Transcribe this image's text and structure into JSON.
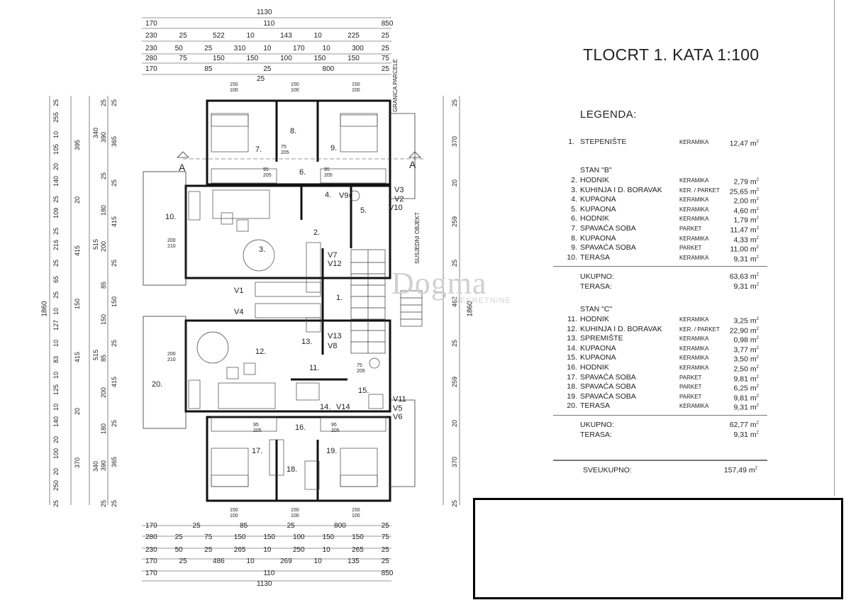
{
  "title": "TLOCRT 1. KATA 1:100",
  "legend_header": "LEGENDA:",
  "watermark": "Dogma",
  "watermark_sub": "NEKRETNINE",
  "stair_row": {
    "num": "1.",
    "name": "STEPENIŠTE",
    "mat": "KERAMIKA",
    "area": "12,47 m"
  },
  "stan_b": {
    "label": "STAN \"B\"",
    "rows": [
      {
        "num": "2.",
        "name": "HODNIK",
        "mat": "KERAMIKA",
        "area": "2,79 m"
      },
      {
        "num": "3.",
        "name": "KUHINJA I D. BORAVAK",
        "mat": "KER. / PARKET",
        "area": "25,65 m"
      },
      {
        "num": "4.",
        "name": "KUPAONA",
        "mat": "KERAMIKA",
        "area": "2,00 m"
      },
      {
        "num": "5.",
        "name": "KUPAONA",
        "mat": "KERAMIKA",
        "area": "4,60 m"
      },
      {
        "num": "6.",
        "name": "HODNIK",
        "mat": "KERAMIKA",
        "area": "1,79 m"
      },
      {
        "num": "7.",
        "name": "SPAVAĆA SOBA",
        "mat": "PARKET",
        "area": "11,47 m"
      },
      {
        "num": "8.",
        "name": "KUPAONA",
        "mat": "KERAMIKA",
        "area": "4,33 m"
      },
      {
        "num": "9.",
        "name": "SPAVAĆA SOBA",
        "mat": "PARKET",
        "area": "11,00 m"
      },
      {
        "num": "10.",
        "name": "TERASA",
        "mat": "KERAMIKA",
        "area": "9,31 m"
      }
    ],
    "ukupno_label": "UKUPNO:",
    "ukupno": "63,63 m",
    "terasa_label": "TERASA:",
    "terasa": "9,31 m"
  },
  "stan_c": {
    "label": "STAN \"C\"",
    "rows": [
      {
        "num": "11.",
        "name": "HODNIK",
        "mat": "KERAMIKA",
        "area": "3,25 m"
      },
      {
        "num": "12.",
        "name": "KUHINJA I D. BORAVAK",
        "mat": "KER. / PARKET",
        "area": "22,90 m"
      },
      {
        "num": "13.",
        "name": "SPREMIŠTE",
        "mat": "KERAMIKA",
        "area": "0,98 m"
      },
      {
        "num": "14.",
        "name": "KUPAONA",
        "mat": "KERAMIKA",
        "area": "3,77 m"
      },
      {
        "num": "15.",
        "name": "KUPAONA",
        "mat": "KERAMIKA",
        "area": "3,50 m"
      },
      {
        "num": "16.",
        "name": "HODNIK",
        "mat": "KERAMIKA",
        "area": "2,50 m"
      },
      {
        "num": "17.",
        "name": "SPAVAĆA SOBA",
        "mat": "PARKET",
        "area": "9,81 m"
      },
      {
        "num": "18.",
        "name": "SPAVAĆA SOBA",
        "mat": "PARKET",
        "area": "6,25 m"
      },
      {
        "num": "19.",
        "name": "SPAVAĆA SOBA",
        "mat": "PARKET",
        "area": "9,81 m"
      },
      {
        "num": "20.",
        "name": "TERASA",
        "mat": "KERAMIKA",
        "area": "9,31 m"
      }
    ],
    "ukupno_label": "UKUPNO:",
    "ukupno": "62,77 m",
    "terasa_label": "TERASA:",
    "terasa": "9,31 m"
  },
  "sveukupno_label": "SVEUKUPNO:",
  "sveukupno": "157,49 m",
  "area_unit_sup": "2",
  "plan": {
    "section_mark": "A",
    "parcel_label": "GRANICA PARCELE",
    "neighbor_label": "SUSJEDNI OBJEKT",
    "rooms": {
      "r1": "1.",
      "r2": "2.",
      "r3": "3.",
      "r4": "4.",
      "r5": "5.",
      "r6": "6.",
      "r7": "7.",
      "r8": "8.",
      "r9": "9.",
      "r10": "10.",
      "r11": "11.",
      "r12": "12.",
      "r13": "13.",
      "r14": "14.",
      "r15": "15.",
      "r16": "16.",
      "r17": "17.",
      "r18": "18.",
      "r19": "19.",
      "r20": "20."
    },
    "vents": {
      "v1": "V1",
      "v2": "V2",
      "v3": "V3",
      "v4": "V4",
      "v5": "V5",
      "v6": "V6",
      "v7": "V7",
      "v8": "V8",
      "v9": "V9",
      "v10": "V10",
      "v11": "V11",
      "v12": "V12",
      "v13": "V13",
      "v14": "V14"
    },
    "door_labels": {
      "d95_205": "95\n205",
      "d75_205": "75\n205",
      "d200_210": "200\n210",
      "d150_100": "150\n100"
    },
    "dims_top": [
      [
        "1130"
      ],
      [
        "170",
        "110",
        "850"
      ],
      [
        "230",
        "25",
        "522",
        "10",
        "143",
        "10",
        "225",
        "25"
      ],
      [
        "230",
        "50",
        "25",
        "310",
        "10",
        "170",
        "10",
        "300",
        "25"
      ],
      [
        "280",
        "75",
        "150",
        "150",
        "100",
        "150",
        "150",
        "75"
      ],
      [
        "170",
        "85",
        "25",
        "800",
        "25"
      ],
      [
        "25"
      ]
    ],
    "dims_bottom": [
      [
        "170",
        "25",
        "85",
        "25",
        "800",
        "25"
      ],
      [
        "280",
        "25",
        "75",
        "150",
        "150",
        "100",
        "150",
        "150",
        "75"
      ],
      [
        "230",
        "50",
        "25",
        "265",
        "10",
        "250",
        "10",
        "265",
        "25"
      ],
      [
        "170",
        "25",
        "486",
        "10",
        "269",
        "10",
        "135",
        "25"
      ],
      [
        "170",
        "110",
        "850"
      ],
      [
        "1130"
      ]
    ],
    "dims_left_total": "1860",
    "dims_right_total": "1860",
    "dims_left_col1": [
      "25",
      "255",
      "10",
      "105",
      "20",
      "140",
      "25",
      "109",
      "25",
      "216",
      "25",
      "65",
      "25",
      "10",
      "127",
      "10",
      "83",
      "10",
      "125",
      "10",
      "140",
      "20",
      "100",
      "20",
      "250",
      "25"
    ],
    "dims_left_col2": [
      "395",
      "20",
      "415",
      "150",
      "415",
      "20",
      "370"
    ],
    "dims_left_col3": [
      "340",
      "515",
      "515",
      "340"
    ],
    "dims_left_col4": [
      "25",
      "390",
      "25",
      "180",
      "200",
      "85",
      "150",
      "85",
      "200",
      "180",
      "390",
      "25"
    ],
    "dims_left_col5": [
      "25",
      "365",
      "25",
      "415",
      "25",
      "150",
      "25",
      "415",
      "25",
      "365",
      "25"
    ],
    "dims_right_col1": [
      "25",
      "370",
      "20",
      "259",
      "25",
      "462",
      "25",
      "259",
      "20",
      "370",
      "25"
    ]
  }
}
